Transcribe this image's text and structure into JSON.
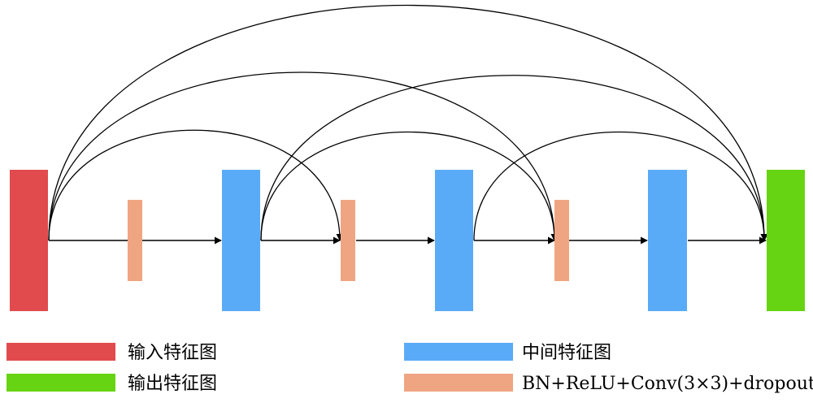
{
  "colors": {
    "input": "#e14b4e",
    "intermediate": "#5aabf7",
    "output": "#66d412",
    "layer": "#f0a582",
    "arrow": "#000000"
  },
  "legend": [
    {
      "key": "input",
      "label": "输入特征图",
      "color": "#e14b4e"
    },
    {
      "key": "intermediate",
      "label": "中间特征图",
      "color": "#5aabf7"
    },
    {
      "key": "output",
      "label": "输出特征图",
      "color": "#66d412"
    },
    {
      "key": "layer",
      "label": "BN+ReLU+Conv(3×3)+dropout",
      "color": "#f0a582"
    }
  ]
}
